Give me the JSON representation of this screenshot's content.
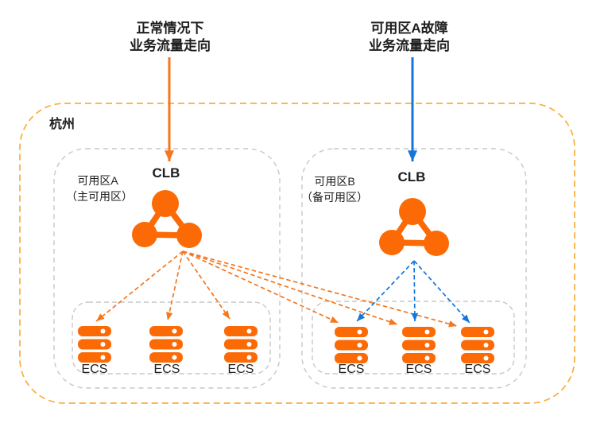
{
  "colors": {
    "orange": "#FC6A06",
    "orange_arrow": "#F5771E",
    "blue": "#1476DB",
    "region_border": "#FBAD3B",
    "zone_border": "#C7C7C7",
    "text": "#1D1D1D"
  },
  "legends": {
    "normal": {
      "line1": "正常情况下",
      "line2": "业务流量走向"
    },
    "failover": {
      "line1": "可用区A故障",
      "line2": "业务流量走向"
    }
  },
  "region": {
    "name": "杭州"
  },
  "zones": [
    {
      "label_line1": "可用区A",
      "label_line2": "（主可用区）",
      "clb_label": "CLB",
      "ecs": [
        "ECS",
        "ECS",
        "ECS"
      ]
    },
    {
      "label_line1": "可用区B",
      "label_line2": "（备可用区）",
      "clb_label": "CLB",
      "ecs": [
        "ECS",
        "ECS",
        "ECS"
      ]
    }
  ],
  "icons": {
    "clb": "load-balancer-triangle-icon",
    "ecs": "server-stack-icon"
  }
}
